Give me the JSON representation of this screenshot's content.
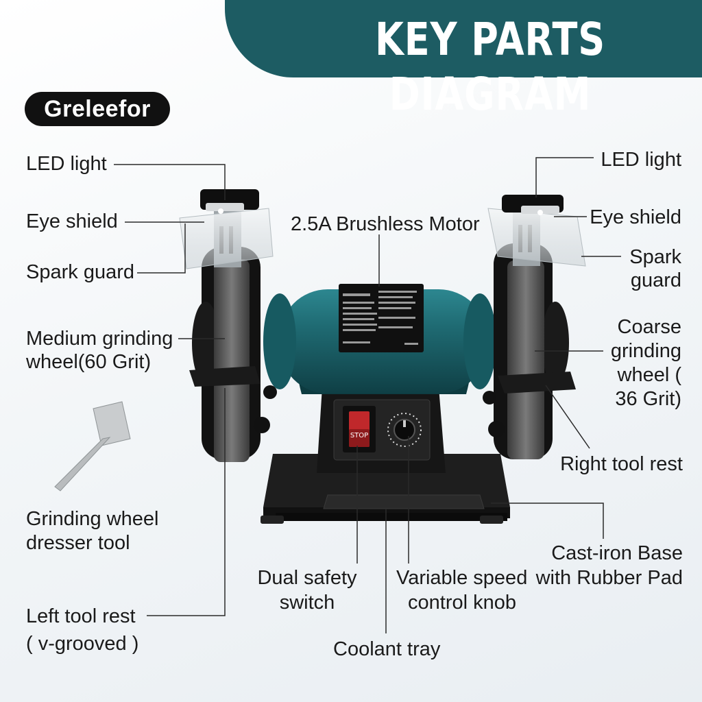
{
  "title": "KEY PARTS DIAGRAM",
  "brand": "Greleefor",
  "labels": {
    "led_left": "LED light",
    "eye_left": "Eye shield",
    "spark_left": "Spark guard",
    "medium_wheel_1": "Medium grinding",
    "medium_wheel_2": "wheel(60 Grit)",
    "dresser_1": "Grinding wheel",
    "dresser_2": "dresser tool",
    "left_rest_1": "Left tool rest",
    "left_rest_2": "( v-grooved )",
    "motor": "2.5A Brushless Motor",
    "led_right": "LED light",
    "eye_right": "Eye shield",
    "spark_right_1": "Spark",
    "spark_right_2": "guard",
    "coarse_1": "Coarse",
    "coarse_2": "grinding",
    "coarse_3": "wheel (",
    "coarse_4": "36 Grit)",
    "right_rest": "Right tool rest",
    "base_1": "Cast-iron Base",
    "base_2": "with Rubber Pad",
    "switch_1": "Dual safety",
    "switch_2": "switch",
    "speed_1": "Variable speed",
    "speed_2": "control knob",
    "coolant": "Coolant tray"
  },
  "colors": {
    "banner": "#1d5c63",
    "motor_body": "#1f6b73",
    "switch_red": "#c0282b",
    "cast_iron": "#1b1b1b"
  }
}
